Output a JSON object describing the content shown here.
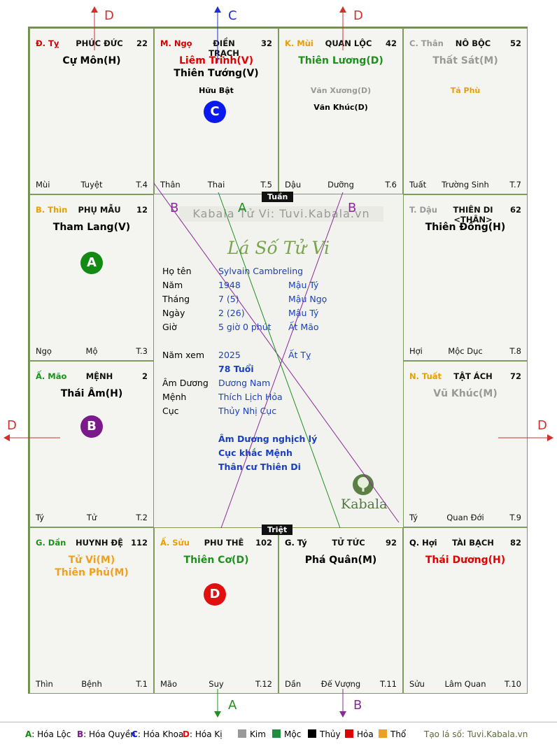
{
  "cells": [
    {
      "id": "phuc-duc",
      "can_chi": "Đ. Tỵ",
      "can_color": "#d00000",
      "palace": "PHÚC ĐỨC",
      "number": "22",
      "stars": [
        {
          "t": "Cự Môn(H)",
          "c": "#000000",
          "size": "big"
        }
      ],
      "foot": {
        "left": "Mùi",
        "mid": "Tuyệt",
        "right": "T.4"
      }
    },
    {
      "id": "dien-trach",
      "can_chi": "M. Ngọ",
      "can_color": "#d00000",
      "palace": "ĐIỀN TRẠCH",
      "number": "32",
      "stars": [
        {
          "t": "Liêm Trinh(V)",
          "c": "#e00000",
          "size": "big"
        },
        {
          "t": "Thiên Tướng(V)",
          "c": "#000000",
          "size": "big"
        },
        {
          "t": "Hữu Bật",
          "c": "#000000",
          "size": "sm"
        }
      ],
      "foot": {
        "left": "Thân",
        "mid": "Thai",
        "right": "T.5"
      }
    },
    {
      "id": "quan-loc",
      "can_chi": "K. Mùi",
      "can_color": "#e8a000",
      "palace": "QUAN LỘC",
      "number": "42",
      "stars": [
        {
          "t": "Thiên Lương(D)",
          "c": "#1f8f1f",
          "size": "big"
        },
        {
          "t": "Văn Xương(D)",
          "c": "#999999",
          "size": "sm"
        },
        {
          "t": "Văn Khúc(D)",
          "c": "#000000",
          "size": "sm"
        }
      ],
      "foot": {
        "left": "Dậu",
        "mid": "Dưỡng",
        "right": "T.6"
      }
    },
    {
      "id": "no-boc",
      "can_chi": "C. Thân",
      "can_color": "#999999",
      "palace": "NÔ BỘC",
      "number": "52",
      "stars": [
        {
          "t": "Thất Sát(M)",
          "c": "#999999",
          "size": "big"
        },
        {
          "t": "Tả Phù",
          "c": "#e8a000",
          "size": "sm"
        }
      ],
      "foot": {
        "left": "Tuất",
        "mid": "Trường Sinh",
        "right": "T.7"
      }
    },
    {
      "id": "phu-mau",
      "can_chi": "B. Thìn",
      "can_color": "#e8a000",
      "palace": "PHỤ MẪU",
      "number": "12",
      "stars": [
        {
          "t": "Tham Lang(V)",
          "c": "#000000",
          "size": "big"
        }
      ],
      "foot": {
        "left": "Ngọ",
        "mid": "Mộ",
        "right": "T.3"
      }
    },
    {
      "id": "thien-di",
      "can_chi": "T. Dậu",
      "can_color": "#999999",
      "palace": "THIÊN DI <THÂN>",
      "number": "62",
      "stars": [
        {
          "t": "Thiên Đồng(H)",
          "c": "#000000",
          "size": "big"
        }
      ],
      "foot": {
        "left": "Hợi",
        "mid": "Mộc Dục",
        "right": "T.8"
      }
    },
    {
      "id": "menh",
      "can_chi": "Ấ. Mão",
      "can_color": "#1f8f1f",
      "palace": "MỆNH",
      "number": "2",
      "stars": [
        {
          "t": "Thái Âm(H)",
          "c": "#000000",
          "size": "big"
        }
      ],
      "foot": {
        "left": "Tý",
        "mid": "Tử",
        "right": "T.2"
      }
    },
    {
      "id": "tat-ach",
      "can_chi": "N. Tuất",
      "can_color": "#e8a000",
      "palace": "TẬT ÁCH",
      "number": "72",
      "stars": [
        {
          "t": "Vũ Khúc(M)",
          "c": "#999999",
          "size": "big"
        }
      ],
      "foot": {
        "left": "Tý",
        "mid": "Quan Đới",
        "right": "T.9"
      }
    },
    {
      "id": "huynh-de",
      "can_chi": "G. Dần",
      "can_color": "#1f8f1f",
      "palace": "HUYNH ĐỆ",
      "number": "112",
      "stars": [
        {
          "t": "Tử Vi(M)",
          "c": "#f0a020",
          "size": "big"
        },
        {
          "t": "Thiên Phủ(M)",
          "c": "#f0a020",
          "size": "big"
        }
      ],
      "foot": {
        "left": "Thìn",
        "mid": "Bệnh",
        "right": "T.1"
      }
    },
    {
      "id": "phu-the",
      "can_chi": "Ấ. Sửu",
      "can_color": "#e8a000",
      "palace": "PHU THÊ",
      "number": "102",
      "stars": [
        {
          "t": "Thiên Cơ(D)",
          "c": "#1f8f1f",
          "size": "big"
        }
      ],
      "foot": {
        "left": "Mão",
        "mid": "Suy",
        "right": "T.12"
      }
    },
    {
      "id": "tu-tuc",
      "can_chi": "G. Tý",
      "can_color": "#000000",
      "palace": "TỬ TỨC",
      "number": "92",
      "stars": [
        {
          "t": "Phá Quân(M)",
          "c": "#000000",
          "size": "big"
        }
      ],
      "foot": {
        "left": "Dần",
        "mid": "Đế Vượng",
        "right": "T.11"
      }
    },
    {
      "id": "tai-bach",
      "can_chi": "Q. Hợi",
      "can_color": "#000000",
      "palace": "TÀI BẠCH",
      "number": "82",
      "stars": [
        {
          "t": "Thái Dương(H)",
          "c": "#e00000",
          "size": "big"
        }
      ],
      "foot": {
        "left": "Sửu",
        "mid": "Lâm Quan",
        "right": "T.10"
      }
    }
  ],
  "badges": {
    "a": "A",
    "b": "B",
    "c": "C",
    "d": "D",
    "a_color": "#138a13",
    "b_color": "#7b1a8a",
    "c_color": "#0a1aee",
    "d_color": "#e01010"
  },
  "center": {
    "watermark": "Kabala Tử Vi: Tuvi.Kabala.vn",
    "title": "Lá Số Tử Vi",
    "tuan": "Tuần",
    "triet": "Triệt",
    "kabala": "Kabala",
    "rows": [
      {
        "label": "Họ tên",
        "v1": "Sylvain Cambreling",
        "v2": ""
      },
      {
        "label": "Năm",
        "v1": "1948",
        "v2": "Mậu Tý"
      },
      {
        "label": "Tháng",
        "v1": "7  (5)",
        "v2": "Mậu Ngọ"
      },
      {
        "label": "Ngày",
        "v1": "2  (26)",
        "v2": "Mậu Tý"
      },
      {
        "label": "Giờ",
        "v1": "5 giờ 0 phút",
        "v2": "Ất Mão"
      }
    ],
    "nam_xem": {
      "label": "Năm xem",
      "v1": "2025",
      "v2": "Ất Tỵ"
    },
    "tuoi": "78 Tuổi",
    "rows2": [
      {
        "label": "Âm Dương",
        "v1": "Dương Nam"
      },
      {
        "label": "Mệnh",
        "v1": "Thích Lịch Hỏa"
      },
      {
        "label": "Cục",
        "v1": "Thủy Nhị Cục"
      }
    ],
    "notes": [
      "Âm Dương nghịch lý",
      "Cục khắc Mệnh",
      "Thân cư Thiên Di"
    ]
  },
  "arrows": {
    "top_left": "D",
    "top_mid": "C",
    "top_right": "D",
    "left": "D",
    "right": "D",
    "bottom_a": "A",
    "bottom_b": "B",
    "in_b1": "B",
    "in_a": "A",
    "in_b2": "B"
  },
  "legend": {
    "a": "A",
    "a_label": ": Hóa Lộc",
    "b": "B",
    "b_label": ": Hóa Quyền",
    "c": "C",
    "c_label": ": Hóa Khoa",
    "d": "D",
    "d_label": ": Hóa Kị",
    "kim": "Kim",
    "moc": "Mộc",
    "thuy": "Thủy",
    "hoa": "Hỏa",
    "tho": "Thổ",
    "site": "Tạo lá số: Tuvi.Kabala.vn"
  }
}
